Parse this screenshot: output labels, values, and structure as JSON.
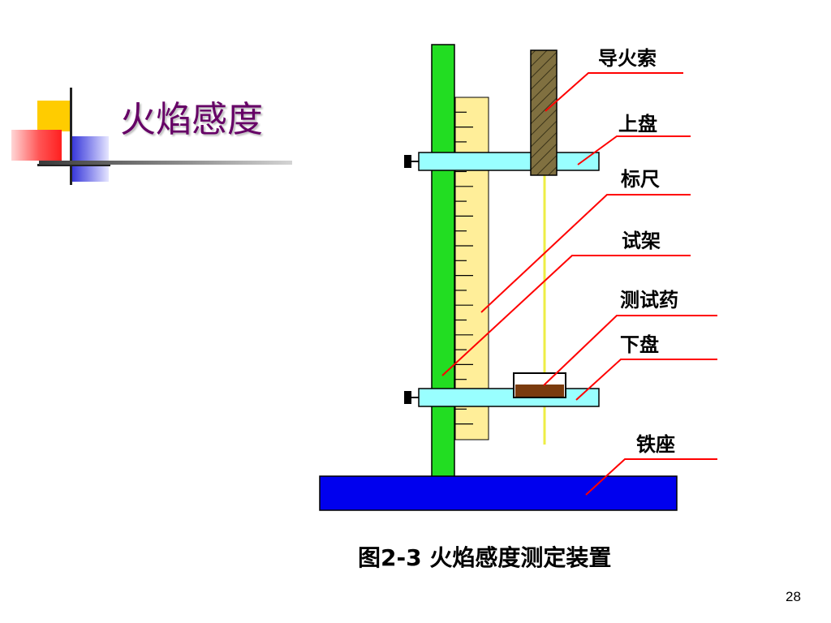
{
  "slide": {
    "title": "火焰感度",
    "page_number": "28"
  },
  "figure": {
    "caption": "图2-3 火焰感度测定装置",
    "labels": {
      "fuse": "导火索",
      "upper_plate": "上盘",
      "scale": "标尺",
      "stand": "试架",
      "sample": "测试药",
      "lower_plate": "下盘",
      "base": "铁座"
    }
  },
  "colors": {
    "title": "#660066",
    "stand": "#22dd22",
    "scale": "#ffee99",
    "plates": "#99ffff",
    "base": "#0000ee",
    "leader_lines": "#ff0000",
    "fuse": "#807040",
    "fuse_thread": "#eeee44",
    "sample": "#7a3b0e"
  }
}
